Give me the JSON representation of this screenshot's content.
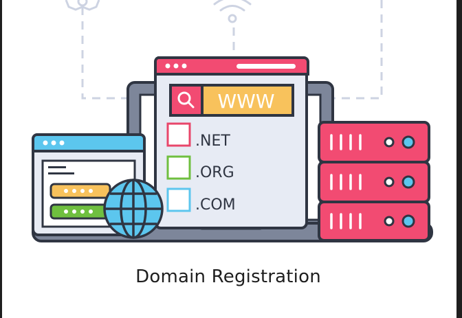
{
  "caption": "Domain Registration",
  "search_text": "WWW",
  "domains": [
    {
      "label": ".NET",
      "color": "#e8466a"
    },
    {
      "label": ".ORG",
      "color": "#6fbf3f"
    },
    {
      "label": ".COM",
      "color": "#5cc6ee"
    }
  ],
  "colors": {
    "outline": "#2f3542",
    "pink": "#f24b72",
    "yellow": "#f8c25c",
    "blue": "#5cc6ee",
    "green": "#6fbf3f",
    "panel": "#e7ebf4",
    "laptop": "#7d869a"
  },
  "icons": [
    "gear-icon",
    "wifi-icon",
    "search-icon",
    "globe-icon",
    "server-icon",
    "laptop-icon",
    "browser-window-icon"
  ]
}
